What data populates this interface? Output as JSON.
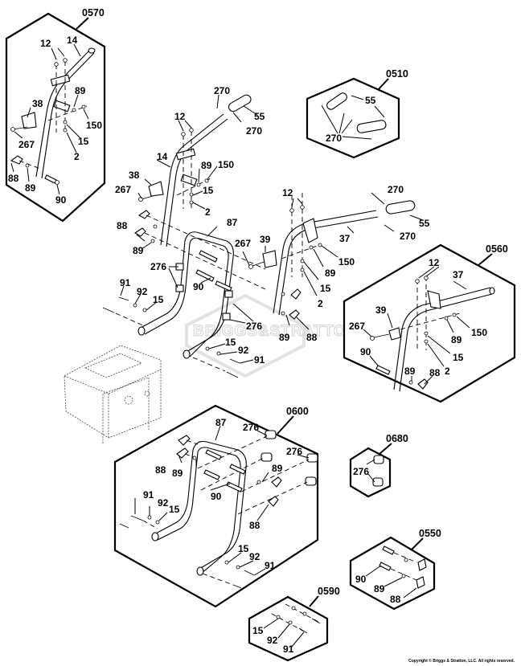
{
  "diagram": {
    "title": "Handle Assembly Parts Diagram",
    "watermark": "BRIGGS&STRATTON",
    "copyright": "Copyright © Briggs & Stratton, LLC. All rights reserved.",
    "kits": [
      {
        "id": "0570",
        "items": [
          "12",
          "14",
          "89",
          "38",
          "150",
          "267",
          "15",
          "2",
          "88",
          "89",
          "90"
        ]
      },
      {
        "id": "0510",
        "items": [
          "55",
          "270"
        ]
      },
      {
        "id": "0560",
        "items": [
          "12",
          "37",
          "39",
          "267",
          "89",
          "150",
          "15",
          "90",
          "89",
          "88",
          "2"
        ]
      },
      {
        "id": "0600",
        "items": [
          "87",
          "276",
          "276",
          "88",
          "89",
          "89",
          "91",
          "92",
          "15",
          "90",
          "88",
          "15",
          "92",
          "91"
        ]
      },
      {
        "id": "0680",
        "items": [
          "276"
        ]
      },
      {
        "id": "0550",
        "items": [
          "90",
          "89",
          "88"
        ]
      },
      {
        "id": "0590",
        "items": [
          "15",
          "92",
          "91"
        ]
      }
    ],
    "main_callouts": [
      "270",
      "55",
      "270",
      "12",
      "14",
      "89",
      "150",
      "38",
      "15",
      "267",
      "2",
      "12",
      "270",
      "37",
      "55",
      "270",
      "87",
      "267",
      "39",
      "88",
      "89",
      "150",
      "276",
      "89",
      "90",
      "15",
      "91",
      "92",
      "2",
      "15",
      "276",
      "89",
      "88",
      "15",
      "92",
      "91"
    ]
  }
}
